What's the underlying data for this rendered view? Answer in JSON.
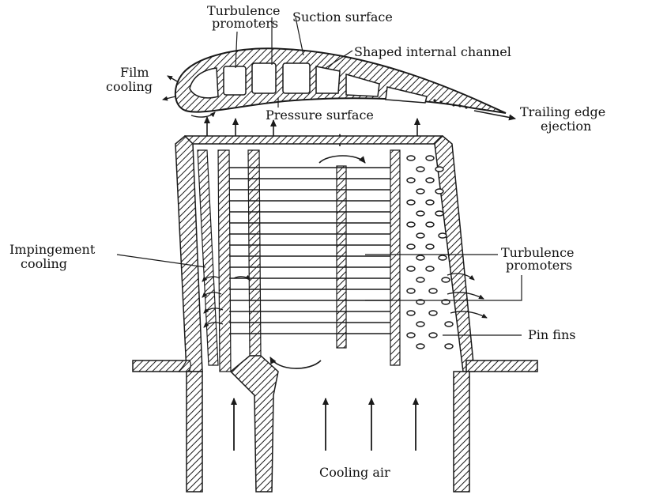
{
  "labels": {
    "turbulence_promoters_top": [
      "Turbulence",
      "promoters"
    ],
    "suction_surface": "Suction surface",
    "shaped_internal_channel": "Shaped internal channel",
    "film_cooling": [
      "Film",
      "cooling"
    ],
    "pressure_surface": "Pressure surface",
    "trailing_edge_ejection": [
      "Trailing edge",
      "ejection"
    ],
    "impingement_cooling": [
      "Impingement",
      "cooling"
    ],
    "turbulence_promoters_right": [
      "Turbulence",
      "promoters"
    ],
    "pin_fins": "Pin fins",
    "cooling_air": "Cooling air"
  },
  "colors": {
    "ink": "#1a1a1a",
    "background": "#ffffff"
  }
}
